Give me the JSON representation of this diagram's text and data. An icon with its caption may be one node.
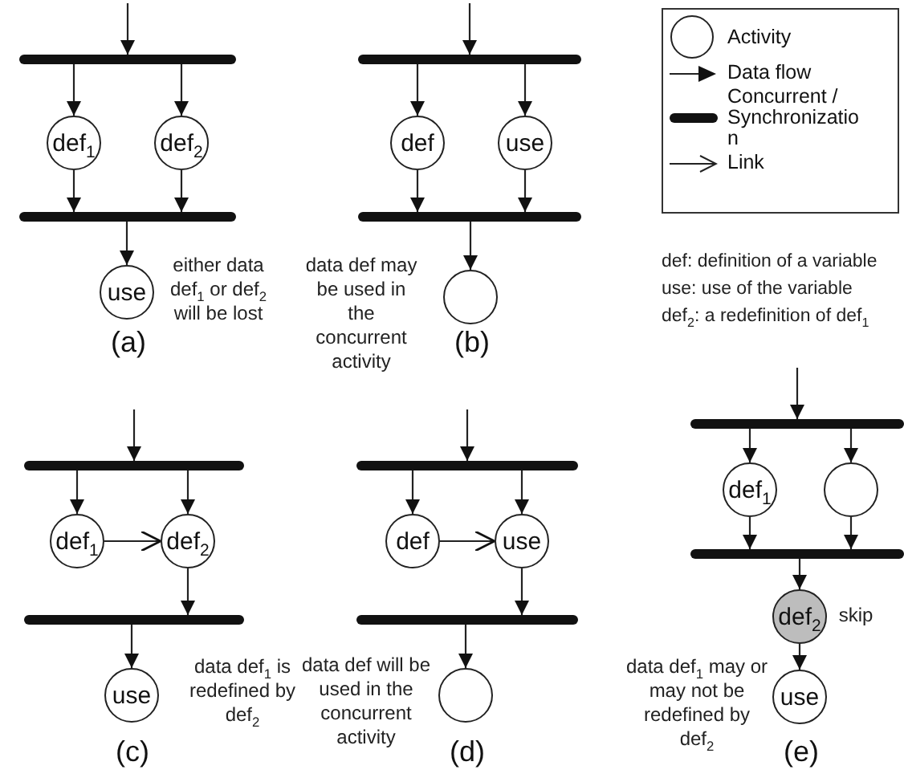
{
  "diagram": {
    "nodes": [
      {
        "text": [],
        "shape": "bar"
      },
      {
        "text": [
          "def$_{1}$"
        ]
      },
      {
        "text": [
          "def$_{2}$"
        ]
      },
      {
        "text": [],
        "shape": "bar"
      },
      {
        "text": [
          "use"
        ],
        "beside": [
          "either data def$_{1}$ or def$_{2}$ will be lost"
        ]
      },
      {
        "text": [],
        "shape": "bar"
      },
      {
        "text": [
          "def"
        ]
      },
      {
        "text": [
          "use"
        ]
      },
      {
        "text": [],
        "shape": "bar"
      },
      {
        "text": [],
        "shape": "circle",
        "beside": [
          "data def may be used in the concurrent activity"
        ]
      },
      {
        "text": [],
        "shape": "bar"
      },
      {
        "text": [
          "def$_{1}$"
        ]
      },
      {
        "text": [
          "def$_{2}$"
        ]
      },
      {
        "text": [],
        "shape": "bar"
      },
      {
        "text": [
          "use"
        ],
        "beside": [
          "data def$_{1}$ is redefined by def$_{2}$"
        ]
      },
      {
        "text": [],
        "shape": "bar"
      },
      {
        "text": [
          "def"
        ]
      },
      {
        "text": [
          "use"
        ]
      },
      {
        "text": [],
        "shape": "bar"
      },
      {
        "text": [],
        "shape": "circle",
        "beside": [
          "data def will be used in the concurrent activity"
        ]
      },
      {
        "text": [],
        "shape": "bar"
      },
      {
        "text": [
          "def$_{1}$"
        ]
      },
      {
        "text": [],
        "shape": "circle"
      },
      {
        "text": [],
        "shape": "bar"
      },
      {
        "text": [
          "def$_{2}$"
        ],
        "beside": [
          "skip"
        ]
      },
      {
        "text": [
          "use"
        ],
        "beside": [
          "data def$_{1}$ may or may not be redefined by def$_{2}$"
        ]
      }
    ],
    "edges": [
      {
        "from": null,
        "to": 0,
        "arrow": "to"
      },
      {
        "from": 0,
        "to": 1,
        "arrow": "to"
      },
      {
        "from": 0,
        "to": 2,
        "arrow": "to"
      },
      {
        "from": 1,
        "to": 3,
        "arrow": "to"
      },
      {
        "from": 2,
        "to": 3,
        "arrow": "to"
      },
      {
        "from": 3,
        "to": 4,
        "arrow": "to"
      },
      {
        "from": null,
        "to": 5,
        "arrow": "to"
      },
      {
        "from": 5,
        "to": 6,
        "arrow": "to"
      },
      {
        "from": 5,
        "to": 7,
        "arrow": "to"
      },
      {
        "from": 6,
        "to": 8,
        "arrow": "to"
      },
      {
        "from": 7,
        "to": 8,
        "arrow": "to"
      },
      {
        "from": 8,
        "to": 9,
        "arrow": "to"
      },
      {
        "from": null,
        "to": 10,
        "arrow": "to"
      },
      {
        "from": 10,
        "to": 11,
        "arrow": "to"
      },
      {
        "from": 10,
        "to": 12,
        "arrow": "to"
      },
      {
        "from": 11,
        "to": 12,
        "arrow": "to"
      },
      {
        "from": 12,
        "to": 13,
        "arrow": "to"
      },
      {
        "from": 13,
        "to": 14,
        "arrow": "to"
      },
      {
        "from": null,
        "to": 15,
        "arrow": "to"
      },
      {
        "from": 15,
        "to": 16,
        "arrow": "to"
      },
      {
        "from": 15,
        "to": 17,
        "arrow": "to"
      },
      {
        "from": 16,
        "to": 17,
        "arrow": "to"
      },
      {
        "from": 17,
        "to": 18,
        "arrow": "to"
      },
      {
        "from": 18,
        "to": 19,
        "arrow": "to"
      },
      {
        "from": null,
        "to": 20,
        "arrow": "to"
      },
      {
        "from": 20,
        "to": 21,
        "arrow": "to"
      },
      {
        "from": 20,
        "to": 22,
        "arrow": "to"
      },
      {
        "from": 21,
        "to": 23,
        "arrow": "to"
      },
      {
        "from": 22,
        "to": 23,
        "arrow": "to"
      },
      {
        "from": 23,
        "to": 24,
        "arrow": "to"
      },
      {
        "from": 24,
        "to": 25,
        "arrow": "to"
      }
    ],
    "labels": [
      "(a)",
      "(b)",
      "(c)",
      "(d)",
      "(e)",
      "def: definition of a variable",
      "use: use of the variable",
      "def$_{2}$: a redefinition of def$_{1}$"
    ],
    "legend": [
      {
        "text": "Activity"
      },
      {
        "text": "Data flow"
      },
      {
        "text": "Concurrent / Synchronizatio n"
      },
      {
        "text": "Link"
      }
    ]
  }
}
